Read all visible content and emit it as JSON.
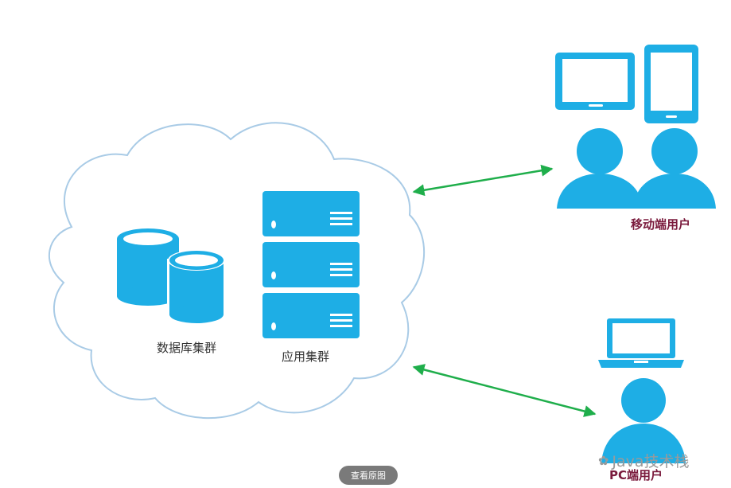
{
  "cloud": {
    "database_cluster_label": "数据库集群",
    "application_cluster_label": "应用集群"
  },
  "users": {
    "mobile_label": "移动端用户",
    "pc_label": "PC端用户"
  },
  "watermark": {
    "icon": "wechat-icon",
    "text": "Java技术栈"
  },
  "view_original_button": "查看原图",
  "colors": {
    "icon_blue": "#1eaee5",
    "cloud_outline": "#a9cbe6",
    "arrow_green": "#1fae4b",
    "user_label": "#7a1a3c"
  }
}
